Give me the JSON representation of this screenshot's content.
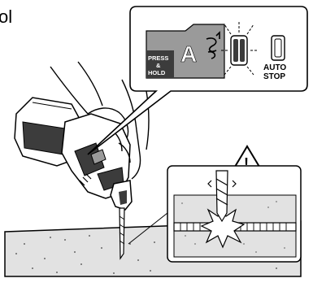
{
  "header": {
    "fragment": "ol"
  },
  "panel": {
    "press_line1": "PRESS",
    "press_line2": "&",
    "press_line3": "HOLD",
    "mode_letter": "A",
    "auto_line1": "AUTO",
    "auto_line2": "STOP"
  },
  "warning": {
    "symbol": "!"
  },
  "colors": {
    "ink": "#000000",
    "panel_gray": "#9a9a9a",
    "dark_gray": "#3c3c3c",
    "concrete": "#e2e2e2",
    "background": "#ffffff"
  }
}
